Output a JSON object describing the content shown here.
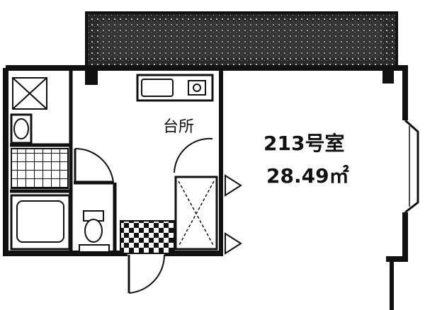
{
  "rooms": {
    "kitchen_label": "台所",
    "main_room_label": "213号室",
    "area_label": "28.49㎡"
  },
  "colors": {
    "wall": "#111111",
    "balcony_fill": "#1a1a1a",
    "background": "#ffffff"
  }
}
